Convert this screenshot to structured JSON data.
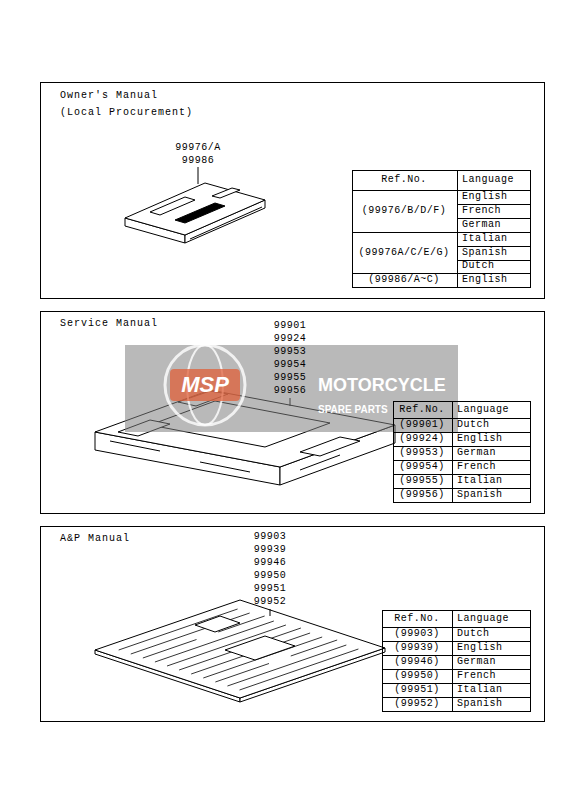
{
  "diagram": {
    "nodes": [
      {
        "text": [
          "Owner's Manual (Local Procurement)"
        ]
      },
      {
        "text": [
          "Service Manual"
        ]
      },
      {
        "text": [
          "A&P Manual"
        ]
      }
    ],
    "edges": [],
    "labels": [
      "99976/A",
      "99986",
      "Ref.No.",
      "Language",
      "(99976/B/D/F)",
      "English",
      "French",
      "German",
      "(99976A/C/E/G)",
      "Italian",
      "Spanish",
      "Dutch",
      "(99986/A~C)",
      "English",
      "99901",
      "99924",
      "99953",
      "99954",
      "99955",
      "99956",
      "Ref.No.",
      "Language",
      "(99901)",
      "Dutch",
      "(99924)",
      "English",
      "(99953)",
      "German",
      "(99954)",
      "French",
      "(99955)",
      "Italian",
      "(99956)",
      "Spanish",
      "99903",
      "99939",
      "99946",
      "99950",
      "99951",
      "99952",
      "Ref.No.",
      "Language",
      "(99903)",
      "Dutch",
      "(99939)",
      "English",
      "(99946)",
      "German",
      "(99950)",
      "French",
      "(99951)",
      "Italian",
      "(99952)",
      "Spanish",
      "MSP",
      "MOTORCYCLE",
      "SPARE PARTS"
    ]
  }
}
